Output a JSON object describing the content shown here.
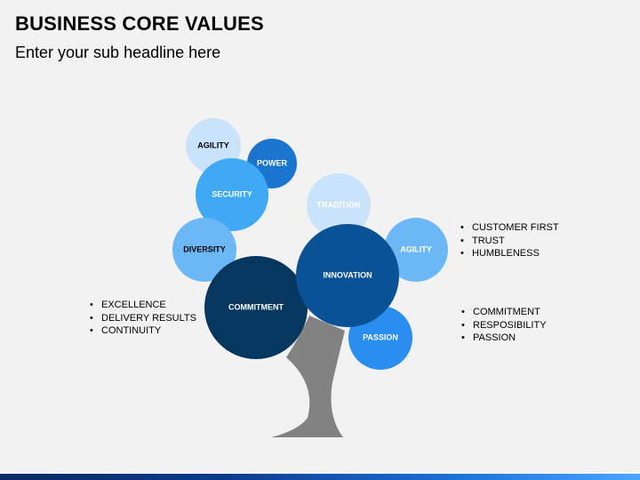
{
  "header": {
    "title": "BUSINESS CORE VALUES",
    "subtitle": "Enter your sub headline here"
  },
  "bubbles": {
    "agility_top": "AGILITY",
    "power": "POWER",
    "security": "SECURITY",
    "tradition": "TRADITION",
    "diversity": "DIVERSITY",
    "agility_right": "AGILITY",
    "innovation": "INNOVATION",
    "commitment": "COMMITMENT",
    "passion": "PASSION"
  },
  "lists": {
    "left": [
      "EXCELLENCE",
      "DELIVERY RESULTS",
      "CONTINUITY"
    ],
    "right_top": [
      "CUSTOMER FIRST",
      "TRUST",
      "HUMBLENESS"
    ],
    "right_bottom": [
      "COMMITMENT",
      "RESPOSIBILITY",
      "PASSION"
    ]
  },
  "colors": {
    "light_blue": "#c9e3fb",
    "mid_blue": "#3fa9f5",
    "soft_blue": "#6cb8f7",
    "bright_blue": "#2a8ef0",
    "royal_blue": "#1b75cf",
    "deep_blue": "#0a5296",
    "navy": "#06375e",
    "trunk": "#828282"
  }
}
